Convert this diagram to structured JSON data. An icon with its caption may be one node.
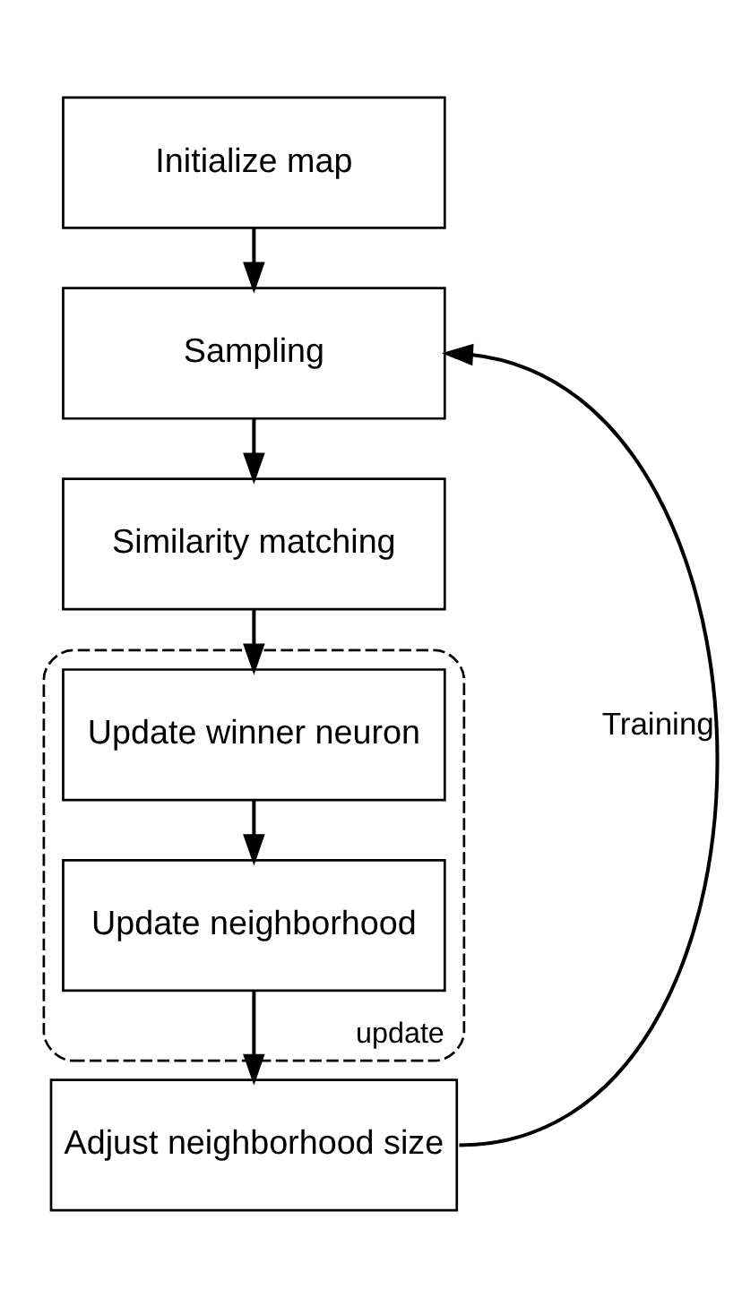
{
  "diagram": {
    "nodes": [
      {
        "text": [
          "Initialize map"
        ]
      },
      {
        "text": [
          "Sampling"
        ]
      },
      {
        "text": [
          "Similarity matching"
        ]
      },
      {
        "text": [
          "update"
        ]
      },
      {
        "text": [
          "Update winner neuron"
        ],
        "in": 3
      },
      {
        "text": [
          "Update neighborhood"
        ],
        "in": 3
      },
      {
        "text": [
          "Adjust neighborhood size"
        ]
      }
    ],
    "edges": [
      {
        "from": 0,
        "to": 1,
        "arrow": "to"
      },
      {
        "from": 1,
        "to": 2,
        "arrow": "to"
      },
      {
        "from": 2,
        "to": 4,
        "arrow": "to"
      },
      {
        "from": 4,
        "to": 5,
        "arrow": "to"
      },
      {
        "from": 5,
        "to": 6,
        "arrow": "to"
      },
      {
        "from": 6,
        "to": 1,
        "arrow": "to",
        "label": "Training"
      }
    ]
  }
}
